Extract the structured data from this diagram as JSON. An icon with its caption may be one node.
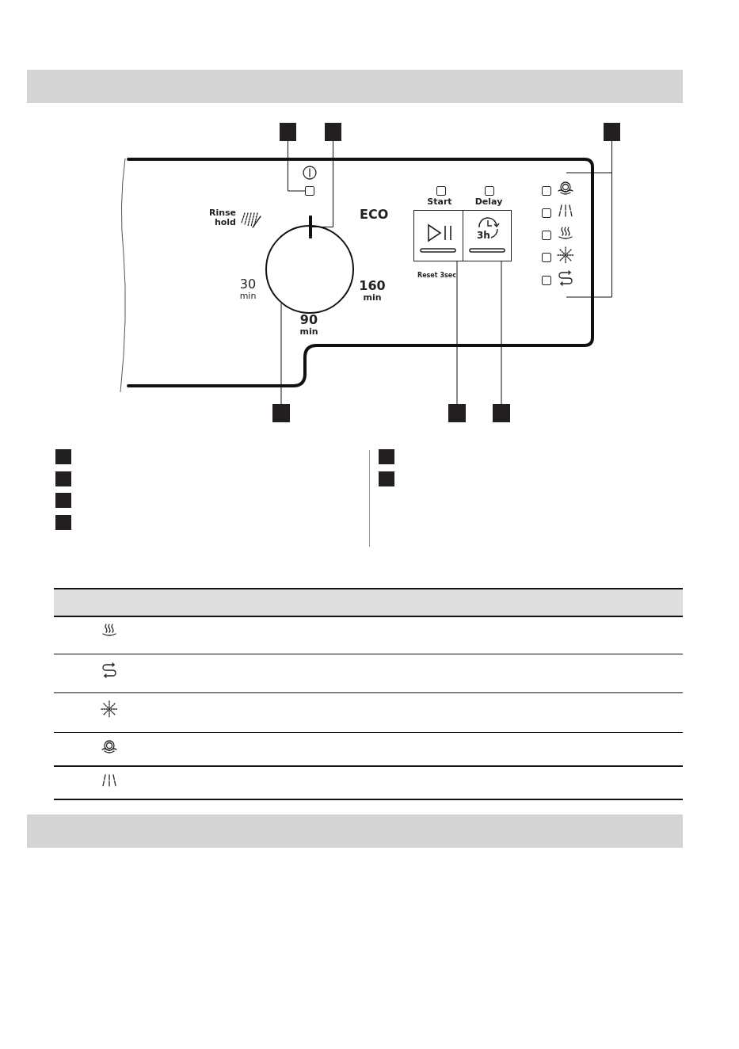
{
  "diagram": {
    "nodes": [
      {
        "text": [],
        "shape": "box"
      },
      {
        "text": [],
        "shape": "box"
      },
      {
        "text": [],
        "shape": "box"
      },
      {
        "text": [],
        "shape": "box"
      },
      {
        "text": [],
        "shape": "bar"
      },
      {
        "text": [],
        "shape": "circle"
      },
      {
        "text": [],
        "shape": "box"
      },
      {
        "text": [
          "3h"
        ]
      },
      {
        "text": [],
        "shape": "box"
      },
      {
        "text": [],
        "shape": "box"
      },
      {
        "text": [],
        "shape": "box"
      },
      {
        "text": [],
        "shape": "box"
      },
      {
        "text": [],
        "shape": "box"
      },
      {
        "text": [],
        "shape": "box"
      },
      {
        "text": [],
        "shape": "box"
      },
      {
        "text": [],
        "shape": "box"
      },
      {
        "text": [],
        "shape": "box"
      }
    ],
    "edges": [
      {
        "from": 0,
        "to": 3,
        "arrow": "none"
      },
      {
        "from": 1,
        "to": 4,
        "arrow": "none"
      },
      {
        "from": 2,
        "to": null,
        "arrow": "none"
      },
      {
        "from": 8,
        "to": 5,
        "arrow": "none"
      },
      {
        "from": 9,
        "to": 6,
        "arrow": "none"
      },
      {
        "from": 10,
        "to": 7,
        "arrow": "none"
      }
    ],
    "labels": [
      "Start",
      "Delay",
      "Rinse hold",
      "ECO",
      "30 min",
      "Reset 3sec",
      "160 min",
      "90 min"
    ]
  }
}
